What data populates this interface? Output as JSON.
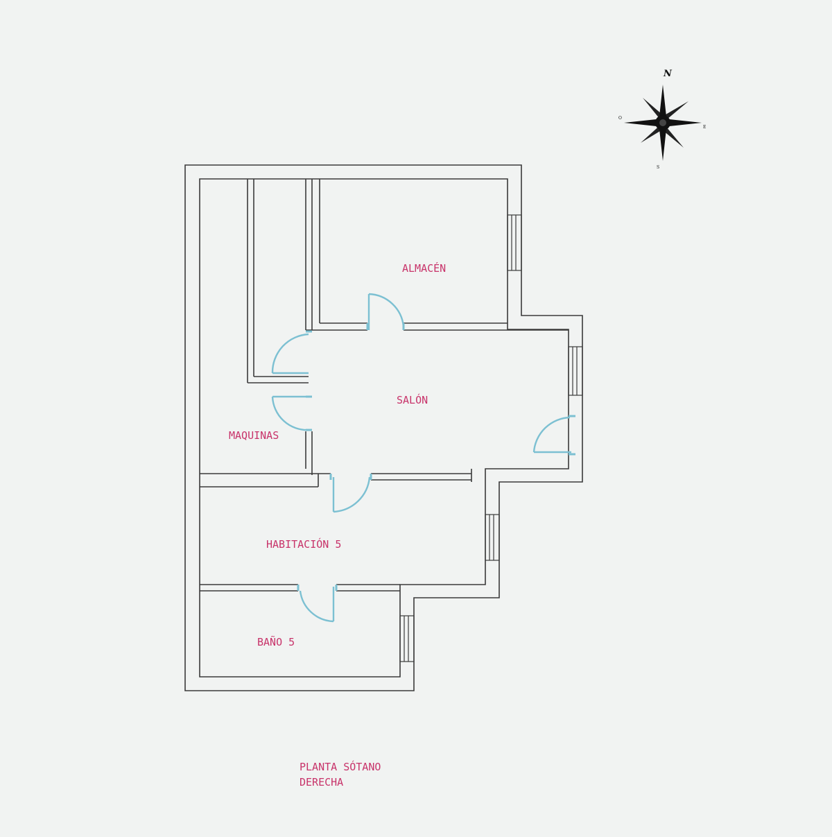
{
  "rooms": {
    "almacen": "ALMACÉN",
    "salon": "SALÓN",
    "maquinas": "MAQUINAS",
    "habitacion": "HABITACIÓN 5",
    "bano": "BAÑO 5"
  },
  "caption": {
    "line1": "PLANTA SÓTANO",
    "line2": "DERECHA"
  },
  "compass": {
    "north": "N",
    "east": "E",
    "south": "S",
    "west": "O"
  },
  "colors": {
    "walls": "#3a3a3a",
    "labels": "#c8336a",
    "doors": "#7cc0d2",
    "background": "#f1f3f2"
  }
}
